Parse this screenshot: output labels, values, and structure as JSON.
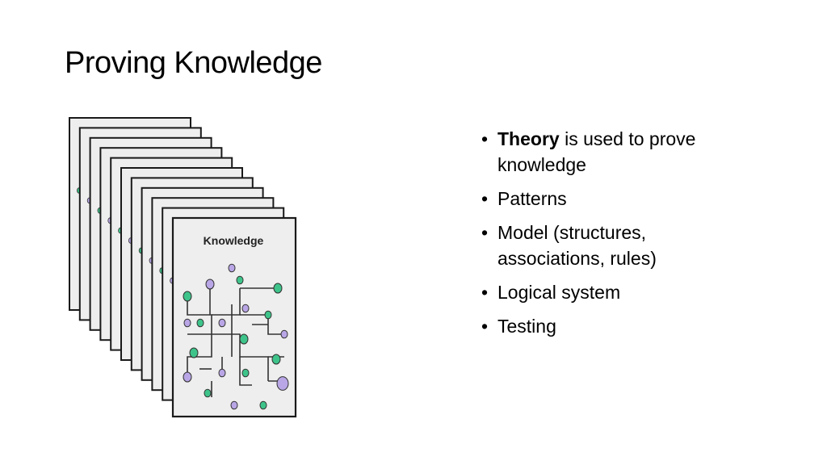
{
  "slide": {
    "title": "Proving Knowledge",
    "illustration": {
      "page_label": "Knowledge",
      "colors": {
        "paper": "#eeeeee",
        "outline": "#1a1a1a",
        "green_node": "#3ec48a",
        "purple_node": "#b9a6e6"
      }
    },
    "bullets": [
      {
        "bold": "Theory",
        "text": " is used to prove knowledge"
      },
      {
        "bold": "",
        "text": "Patterns"
      },
      {
        "bold": "",
        "text": "Model (structures, associations, rules)"
      },
      {
        "bold": "",
        "text": "Logical system"
      },
      {
        "bold": "",
        "text": "Testing"
      }
    ]
  }
}
